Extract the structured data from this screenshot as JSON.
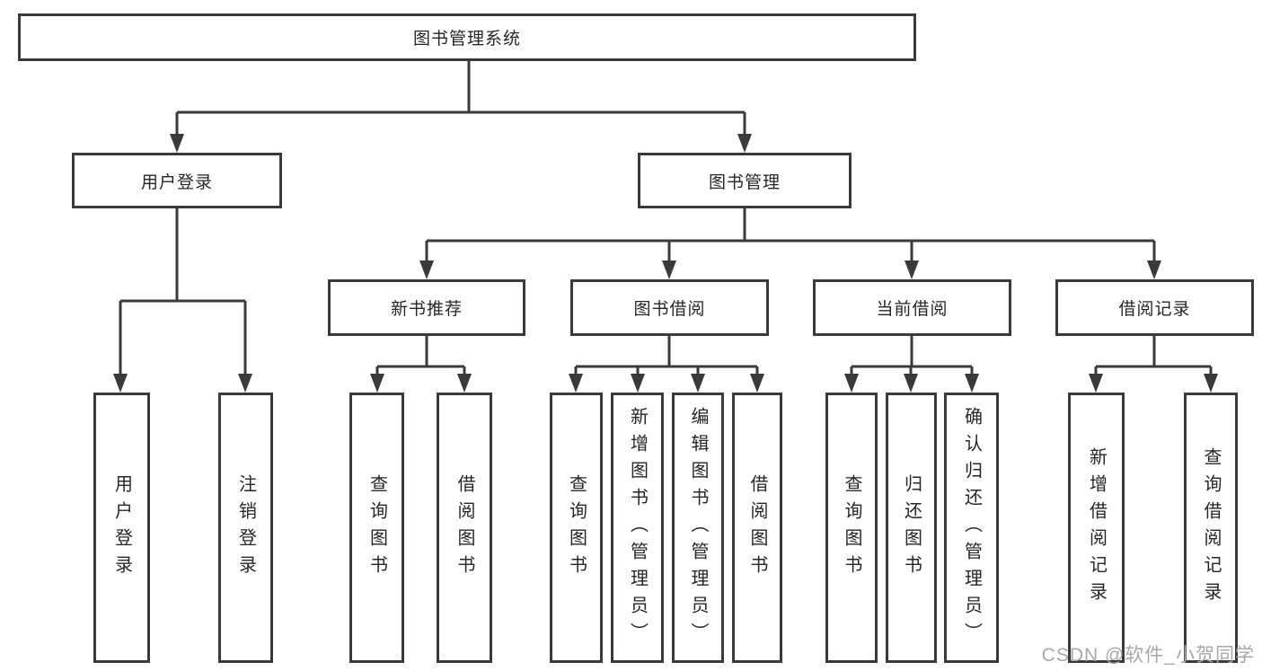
{
  "colors": {
    "line": "#3a3a3a",
    "box_border": "#3a3a3a",
    "text": "#262626",
    "background": "#ffffff",
    "watermark": "#a8a8a8"
  },
  "tree": {
    "root": {
      "label": "图书管理系统",
      "children": [
        {
          "label": "用户登录",
          "children": [
            {
              "label": "用户登录"
            },
            {
              "label": "注销登录"
            }
          ]
        },
        {
          "label": "图书管理",
          "children": [
            {
              "label": "新书推荐",
              "children": [
                {
                  "label": "查询图书"
                },
                {
                  "label": "借阅图书"
                }
              ]
            },
            {
              "label": "图书借阅",
              "children": [
                {
                  "label": "查询图书"
                },
                {
                  "label": "新增图书（管理员）"
                },
                {
                  "label": "编辑图书（管理员）"
                },
                {
                  "label": "借阅图书"
                }
              ]
            },
            {
              "label": "当前借阅",
              "children": [
                {
                  "label": "查询图书"
                },
                {
                  "label": "归还图书"
                },
                {
                  "label": "确认归还（管理员）"
                }
              ]
            },
            {
              "label": "借阅记录",
              "children": [
                {
                  "label": "新增借阅记录"
                },
                {
                  "label": "查询借阅记录"
                }
              ]
            }
          ]
        }
      ]
    }
  },
  "watermark": "CSDN @软件_小贺同学"
}
